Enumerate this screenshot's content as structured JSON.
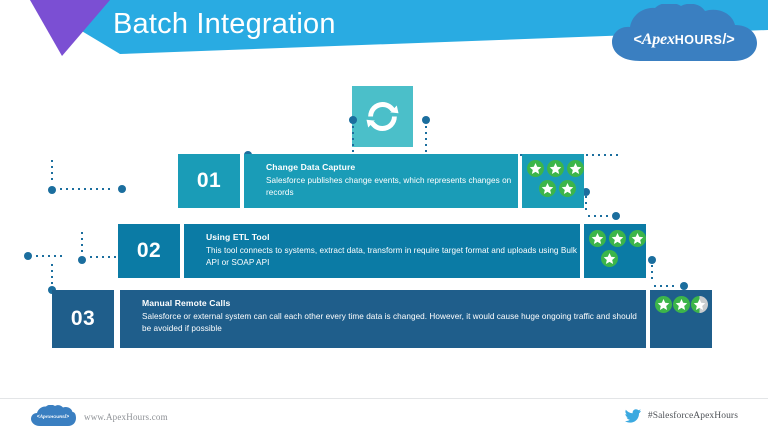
{
  "header": {
    "title": "Batch Integration",
    "logo": {
      "name": "apex-hours-logo",
      "prefix": "<",
      "word_apex": "Apex",
      "word_hours": "HOURS",
      "suffix": "/>"
    },
    "colors": {
      "banner_blue": "#29ABE2",
      "banner_purple": "#7B4FD3",
      "banner_light": "#BFE0F0",
      "title_color": "#FFFFFF"
    }
  },
  "top_icon": {
    "name": "sync-icon",
    "background": "#4BBFC9",
    "glyph": "circular-refresh-arrows"
  },
  "rows": [
    {
      "number": "01",
      "title": "Change Data Capture",
      "description": "Salesforce publishes change events, which represents changes on records",
      "color": "#1A9CB7",
      "stars_total": 5,
      "stars_half": 0
    },
    {
      "number": "02",
      "title": "Using ETL Tool",
      "description": "This tool connects to systems, extract data, transform in require target format and uploads using Bulk API or SOAP API",
      "color": "#0B7BA5",
      "stars_total": 4,
      "stars_half": 0
    },
    {
      "number": "03",
      "title": "Manual Remote Calls",
      "description": "Salesforce or external system can call each other every time data is changed. However, it would cause huge ongoing traffic and should be avoided if possible",
      "color": "#1F5E8B",
      "stars_total": 3,
      "stars_half": 1
    }
  ],
  "star_colors": {
    "filled": "#3CB54A",
    "empty": "#C9CCCE",
    "glyph": "#FFFFFF"
  },
  "connector": {
    "color": "#1B6E9E",
    "style": "dotted"
  },
  "footer": {
    "logo_name": "apex-hours-logo-small",
    "logo_prefix": "<",
    "logo_apex": "Apex",
    "logo_hours": "HOURS",
    "logo_suffix": "/>",
    "url": "www.ApexHours.com",
    "twitter_icon": "twitter-bird-icon",
    "hashtag": "#SalesforceApexHours"
  }
}
